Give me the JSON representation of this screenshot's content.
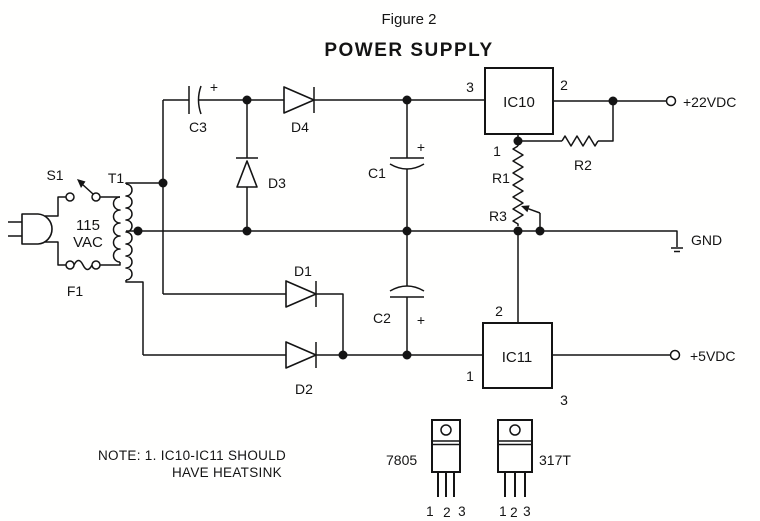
{
  "titles": {
    "figure": "Figure 2",
    "main": "POWER SUPPLY"
  },
  "labels": {
    "s1": "S1",
    "t1": "T1",
    "vac1": "115",
    "vac2": "VAC",
    "f1": "F1",
    "c3": "C3",
    "d4": "D4",
    "d3": "D3",
    "c1": "C1",
    "c2": "C2",
    "d1": "D1",
    "d2": "D2",
    "r1": "R1",
    "r2": "R2",
    "r3": "R3",
    "ic10": "IC10",
    "ic11": "IC11",
    "plus": "+"
  },
  "pins": {
    "ic10_in": "3",
    "ic10_out": "2",
    "ic10_adj": "1",
    "ic11_in": "1",
    "ic11_gnd": "2",
    "ic11_out": "3"
  },
  "terminals": {
    "v22": "+22VDC",
    "gnd": "GND",
    "v5": "+5VDC"
  },
  "note": {
    "l1": "NOTE: 1. IC10-IC11 SHOULD",
    "l2": "HAVE HEATSINK"
  },
  "packages": {
    "p7805": {
      "name": "7805",
      "pin1": "1",
      "pin2": "2",
      "pin3": "3"
    },
    "p317": {
      "name": "317T",
      "pin1": "1",
      "pin2": "2",
      "pin3": "3"
    }
  }
}
